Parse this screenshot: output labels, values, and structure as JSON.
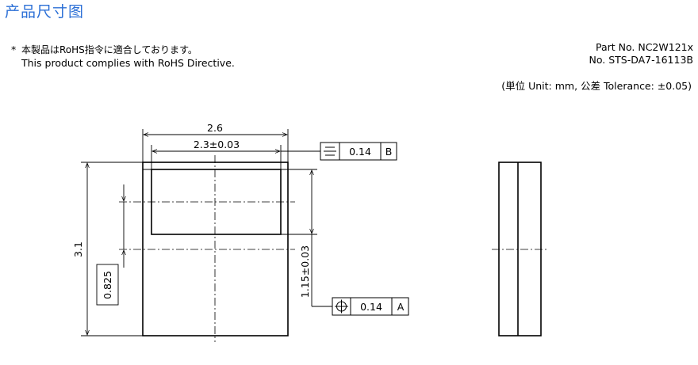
{
  "heading": "产品尺寸图",
  "note": {
    "star": "*",
    "jp": "本製品はRoHS指令に適合しております。",
    "en": "This product complies with RoHS Directive."
  },
  "part_no": "Part No. NC2W121x",
  "doc_no": "No. STS-DA7-16113B",
  "units": "(単位 Unit: mm,  公差 Tolerance: ±0.05)",
  "dims": {
    "width_total": "2.6",
    "width_inner": "2.3±0.03",
    "height_total": "3.1",
    "offset_vertical": "1.15±0.03",
    "basic_dim": "0.825"
  },
  "tolerance_frames": [
    {
      "symbol": "symmetry",
      "value": "0.14",
      "datum": "B"
    },
    {
      "symbol": "position",
      "value": "0.14",
      "datum": "A"
    }
  ]
}
